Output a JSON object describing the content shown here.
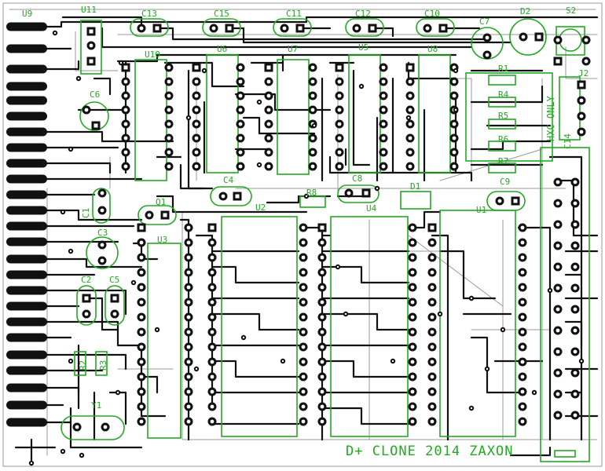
{
  "board": {
    "footer_text": "D+ CLONE 2014  ZAXON",
    "note_text": "HXC ONLY",
    "colors": {
      "background": "#ffffff",
      "trace": "#111111",
      "silkscreen": "#22aa22",
      "outline": "#9a9a9a"
    }
  },
  "labels": {
    "u9": "U9",
    "u11": "U11",
    "c13": "C13",
    "c15": "C15",
    "c11": "C11",
    "c12": "C12",
    "c10": "C10",
    "c7": "C7",
    "d2": "D2",
    "s2": "S2",
    "u10": "U10",
    "u6": "U6",
    "u7": "U7",
    "u5": "U5",
    "u8": "U8",
    "r1": "R1",
    "j2": "J2",
    "r4": "R4",
    "r5": "R5",
    "r6": "R6",
    "r7": "R7",
    "c6": "C6",
    "c4": "C4",
    "c8": "C8",
    "c9": "C9",
    "r8": "R8",
    "d1": "D1",
    "c1": "C1",
    "q1": "Q1",
    "u2": "U2",
    "u4": "U4",
    "u1": "U1",
    "c3": "C3",
    "u3": "U3",
    "c2": "C2",
    "c5": "C5",
    "r2": "R2",
    "r3": "R3",
    "y1": "Y1",
    "c14": "C14"
  }
}
